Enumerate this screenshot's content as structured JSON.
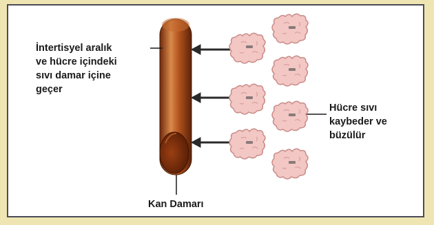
{
  "labels": {
    "interstitial": "İntertisyel aralık\nve hücre içindeki\nsıvı damar içine\ngeçer",
    "cell": "Hücre sıvı\nkaybeder ve\nbüzülür",
    "vessel": "Kan Damarı"
  },
  "colors": {
    "background": "#efe5b3",
    "frame_border": "#4a4a55",
    "vessel_dark": "#6e2a0c",
    "vessel_mid": "#b2531e",
    "vessel_light": "#d98a4b",
    "cell_fill": "#f2c7c4",
    "cell_outline": "#c98b88",
    "arrow": "#2a2a2a",
    "text": "#1a1a1a"
  },
  "icons": {
    "cell": "shrunken-cell-icon",
    "arrow": "arrow-left-icon",
    "vessel": "blood-vessel-icon"
  }
}
